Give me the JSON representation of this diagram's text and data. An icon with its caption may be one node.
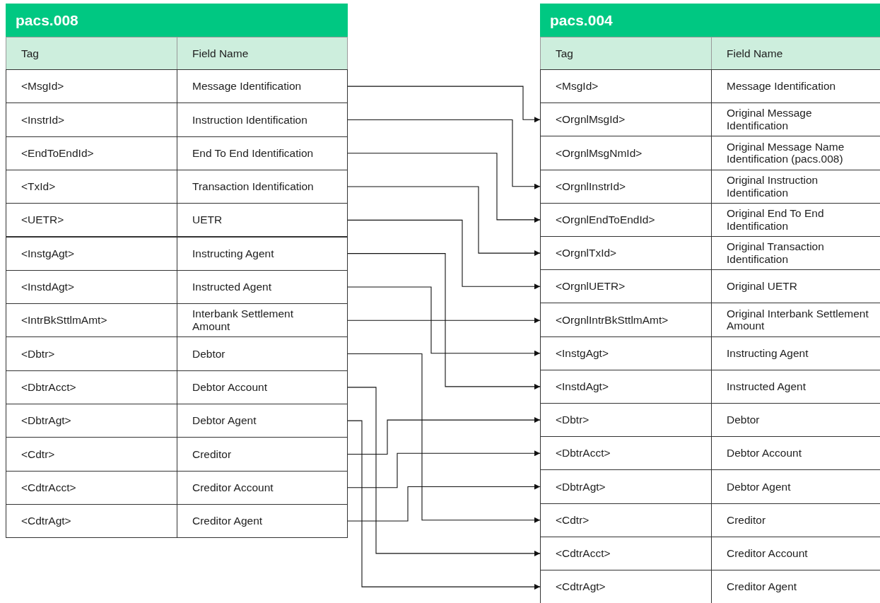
{
  "diagram": {
    "nodes": [
      {
        "text": [
          "pacs.008"
        ]
      },
      {
        "text": [
          "Tag",
          "Field Name"
        ],
        "in": 0
      },
      {
        "text": [
          "<MsgId>",
          "Message Identification"
        ],
        "in": 0
      },
      {
        "text": [
          "<InstrId>",
          "Instruction Identification"
        ],
        "in": 0
      },
      {
        "text": [
          "<EndToEndId>",
          "End To End Identification"
        ],
        "in": 0
      },
      {
        "text": [
          "<TxId>",
          "Transaction Identification"
        ],
        "in": 0
      },
      {
        "text": [
          "<UETR>",
          "UETR"
        ],
        "in": 0
      },
      {
        "text": [
          "<InstgAgt>",
          "Instructing Agent"
        ],
        "in": 0
      },
      {
        "text": [
          "<InstdAgt>",
          "Instructed Agent"
        ],
        "in": 0
      },
      {
        "text": [
          "<IntrBkSttlmAmt>",
          "Interbank Settlement Amount"
        ],
        "in": 0
      },
      {
        "text": [
          "<Dbtr>",
          "Debtor"
        ],
        "in": 0
      },
      {
        "text": [
          "<DbtrAcct>",
          "Debtor Account"
        ],
        "in": 0
      },
      {
        "text": [
          "<DbtrAgt>",
          "Debtor Agent"
        ],
        "in": 0
      },
      {
        "text": [
          "<Cdtr>",
          "Creditor"
        ],
        "in": 0
      },
      {
        "text": [
          "<CdtrAcct>",
          "Creditor Account"
        ],
        "in": 0
      },
      {
        "text": [
          "<CdtrAgt>",
          "Creditor Agent"
        ],
        "in": 0
      },
      {
        "text": [
          "pacs.004"
        ]
      },
      {
        "text": [
          "Tag",
          "Field Name"
        ],
        "in": 16
      },
      {
        "text": [
          "<MsgId>",
          "Message Identification"
        ],
        "in": 16
      },
      {
        "text": [
          "<OrgnlMsgId>",
          "Original Message Identification"
        ],
        "in": 16
      },
      {
        "text": [
          "<OrgnlMsgNmId>",
          "Original Message Name Identification (pacs.008)"
        ],
        "in": 16
      },
      {
        "text": [
          "<OrgnlInstrId>",
          "Original Instruction Identification"
        ],
        "in": 16
      },
      {
        "text": [
          "<OrgnlEndToEndId>",
          "Original End To End Identification"
        ],
        "in": 16
      },
      {
        "text": [
          "<OrgnlTxId>",
          "Original Transaction Identification"
        ],
        "in": 16
      },
      {
        "text": [
          "<OrgnlUETR>",
          "Original UETR"
        ],
        "in": 16
      },
      {
        "text": [
          "<OrgnlIntrBkSttlmAmt>",
          "Original Interbank Settlement Amount"
        ],
        "in": 16
      },
      {
        "text": [
          "<InstgAgt>",
          "Instructing Agent"
        ],
        "in": 16
      },
      {
        "text": [
          "<InstdAgt>",
          "Instructed Agent"
        ],
        "in": 16
      },
      {
        "text": [
          "<Dbtr>",
          "Debtor"
        ],
        "in": 16
      },
      {
        "text": [
          "<DbtrAcct>",
          "Debtor Account"
        ],
        "in": 16
      },
      {
        "text": [
          "<DbtrAgt>",
          "Debtor Agent"
        ],
        "in": 16
      },
      {
        "text": [
          "<Cdtr>",
          "Creditor"
        ],
        "in": 16
      },
      {
        "text": [
          "<CdtrAcct>",
          "Creditor Account"
        ],
        "in": 16
      },
      {
        "text": [
          "<CdtrAgt>",
          "Creditor Agent"
        ],
        "in": 16
      }
    ],
    "edges": [
      {
        "from": 2,
        "to": 19,
        "arrow": "to"
      },
      {
        "from": 3,
        "to": 21,
        "arrow": "to"
      },
      {
        "from": 4,
        "to": 22,
        "arrow": "to"
      },
      {
        "from": 5,
        "to": 23,
        "arrow": "to"
      },
      {
        "from": 6,
        "to": 24,
        "arrow": "to"
      },
      {
        "from": 7,
        "to": 27,
        "arrow": "to"
      },
      {
        "from": 8,
        "to": 26,
        "arrow": "to"
      },
      {
        "from": 9,
        "to": 25,
        "arrow": "to"
      },
      {
        "from": 10,
        "to": 31,
        "arrow": "to"
      },
      {
        "from": 11,
        "to": 32,
        "arrow": "to"
      },
      {
        "from": 12,
        "to": 33,
        "arrow": "to"
      },
      {
        "from": 13,
        "to": 28,
        "arrow": "to"
      },
      {
        "from": 14,
        "to": 29,
        "arrow": "to"
      },
      {
        "from": 15,
        "to": 30,
        "arrow": "to"
      }
    ]
  }
}
